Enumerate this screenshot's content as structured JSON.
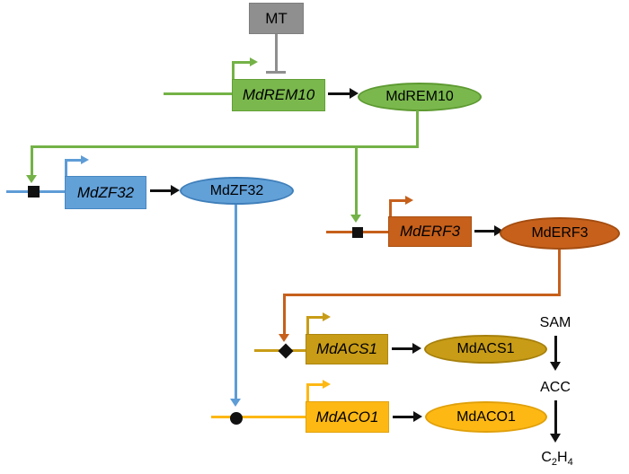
{
  "colors": {
    "green": "#74b247",
    "gray": "#8f8f8f",
    "blue": "#5e9cd6",
    "orange": "#c6601b",
    "dark_yellow": "#c89c16",
    "yellow": "#fdb814",
    "black": "#111111"
  },
  "nodes": {
    "mt": {
      "label": "MT"
    },
    "rem10": {
      "gene": "MdREM10",
      "protein": "MdREM10"
    },
    "zf32": {
      "gene": "MdZF32",
      "protein": "MdZF32",
      "binding_site": "square"
    },
    "erf3": {
      "gene": "MdERF3",
      "protein": "MdERF3",
      "binding_site": "square"
    },
    "acs1": {
      "gene": "MdACS1",
      "protein": "MdACS1",
      "binding_site": "diamond"
    },
    "aco1": {
      "gene": "MdACO1",
      "protein": "MdACO1",
      "binding_site": "circle"
    }
  },
  "metabolites": {
    "sam": "SAM",
    "acc": "ACC",
    "c2h4": {
      "c": "C",
      "two": "2",
      "h": "H",
      "four": "4"
    }
  },
  "edges": [
    {
      "from": "MT",
      "to": "MdREM10 gene",
      "type": "inhibition"
    },
    {
      "from": "MdREM10 gene",
      "to": "MdREM10 protein",
      "type": "expression"
    },
    {
      "from": "MdREM10 protein",
      "to": "MdZF32 promoter square site",
      "type": "activation"
    },
    {
      "from": "MdREM10 protein",
      "to": "MdERF3 promoter square site",
      "type": "activation"
    },
    {
      "from": "MdZF32 gene",
      "to": "MdZF32 protein",
      "type": "expression"
    },
    {
      "from": "MdZF32 protein",
      "to": "MdACO1 promoter circle site",
      "type": "activation"
    },
    {
      "from": "MdERF3 gene",
      "to": "MdERF3 protein",
      "type": "expression"
    },
    {
      "from": "MdERF3 protein",
      "to": "MdACS1 promoter diamond site",
      "type": "activation"
    },
    {
      "from": "MdACS1 gene",
      "to": "MdACS1 protein",
      "type": "expression"
    },
    {
      "from": "MdACO1 gene",
      "to": "MdACO1 protein",
      "type": "expression"
    },
    {
      "from": "SAM",
      "to": "ACC",
      "type": "conversion"
    },
    {
      "from": "ACC",
      "to": "C2H4",
      "type": "conversion"
    }
  ]
}
